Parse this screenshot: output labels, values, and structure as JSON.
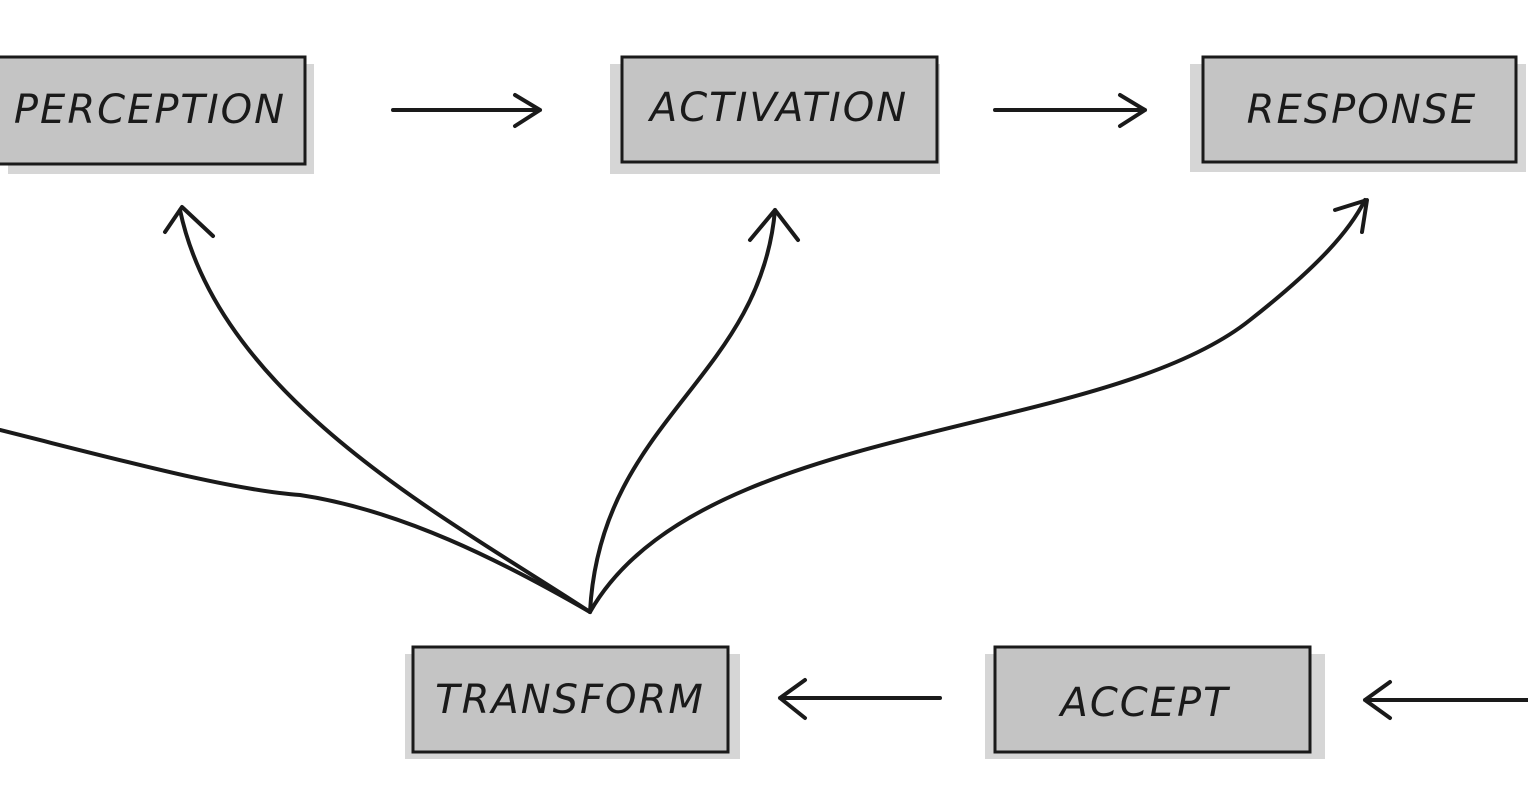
{
  "diagram": {
    "nodes": {
      "perception": "PERCEPTION",
      "activation": "ACTIVATION",
      "response": "RESPONSE",
      "transform": "TRANSFORM",
      "accept": "ACCEPT"
    },
    "edges": [
      {
        "from": "perception",
        "to": "activation"
      },
      {
        "from": "activation",
        "to": "response"
      },
      {
        "from": "accept",
        "to": "transform"
      },
      {
        "from": "offscreen-right",
        "to": "accept"
      },
      {
        "from": "transform",
        "to": "perception"
      },
      {
        "from": "transform",
        "to": "activation"
      },
      {
        "from": "transform",
        "to": "response"
      },
      {
        "from": "offscreen-left",
        "to": "transform"
      }
    ],
    "colors": {
      "box": "#c4c4c4",
      "ink": "#1a1a1a"
    }
  }
}
